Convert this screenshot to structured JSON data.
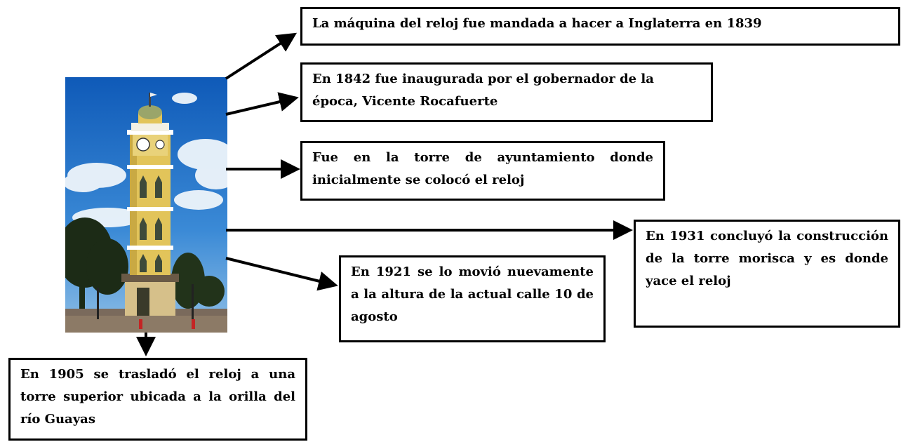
{
  "photo": {
    "subject": "clock-tower-photo"
  },
  "boxes": {
    "b1": "La máquina del reloj fue mandada a hacer a Inglaterra en 1839",
    "b2": "En 1842 fue inaugurada por el gobernador de la época, Vicente Rocafuerte",
    "b3": "Fue en la torre de ayuntamiento donde inicialmente se colocó el reloj",
    "b4": "En 1931 concluyó la construcción de la torre morisca y es donde yace el reloj",
    "b5": "En 1921 se lo movió nuevamente a la altura de la actual calle 10 de agosto",
    "b6": "En 1905 se trasladó el reloj a una torre superior ubicada a la orilla del río Guayas"
  },
  "colors": {
    "sky": "#1f6fc4",
    "tower": "#e2c45a",
    "border": "#000000"
  }
}
